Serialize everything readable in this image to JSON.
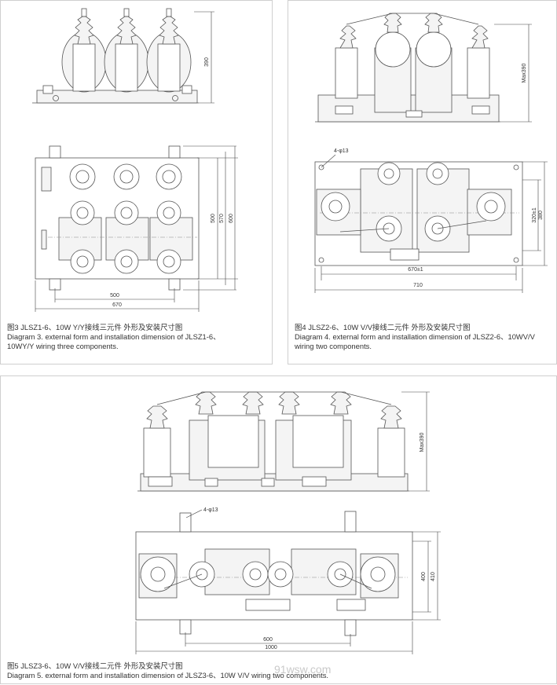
{
  "diagrams": [
    {
      "caption_cn": "图3 JLSZ1-6、10W Y/Y接线三元件 外形及安装尺寸图",
      "caption_en_1": "Diagram 3. external form and installation dimension of JLSZ1-6、",
      "caption_en_2": "10WY/Y wiring three components.",
      "dims": {
        "height_front": "390",
        "depth_inner": "500",
        "depth_mid": "570",
        "depth_outer": "600",
        "width_mount": "500",
        "width_total": "670"
      }
    },
    {
      "caption_cn": "图4 JLSZ2-6、10W V/V接线二元件   外形及安装尺寸图",
      "caption_en_1": "Diagram 4.  external form and installation dimension of JLSZ2-6、10WV/V",
      "caption_en_2": "wiring two components.",
      "dims": {
        "height_front": "Max390",
        "holes": "4-φ13",
        "depth_inner": "320±1",
        "depth_outer": "380",
        "width_mount": "670±1",
        "width_total": "710"
      }
    },
    {
      "caption_cn": "图5 JLSZ3-6、10W V/V接线二元件 外形及安装尺寸图",
      "caption_en": "Diagram 5.  external form and installation dimension of JLSZ3-6、10W V/V wiring two components.",
      "dims": {
        "height_front": "Max390",
        "holes": "4-φ13",
        "depth_inner": "400",
        "depth_outer": "410",
        "width_mount": "600",
        "width_total": "1000"
      }
    }
  ],
  "watermark": "91wsw.com"
}
